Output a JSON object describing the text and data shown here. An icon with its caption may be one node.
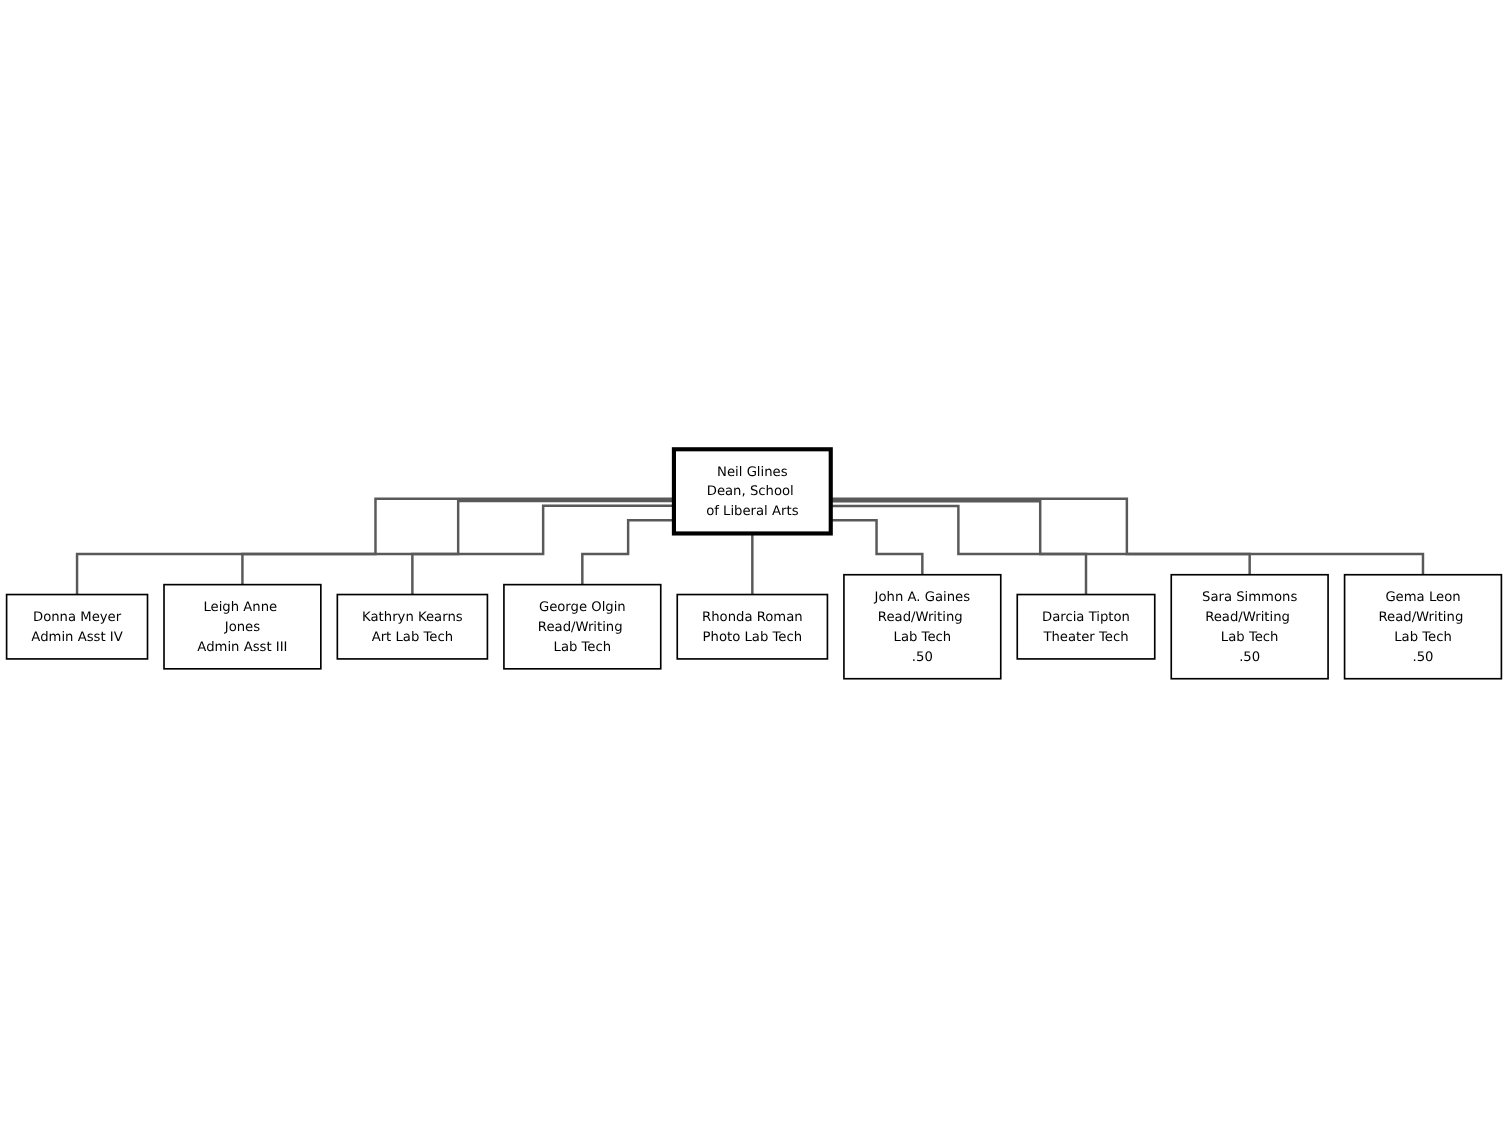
{
  "diagram": {
    "nodes": [
      {
        "text": [
          "Neil Glines",
          "Dean, School of Liberal Arts"
        ]
      },
      {
        "text": [
          "Donna Meyer",
          "Admin Asst IV"
        ]
      },
      {
        "text": [
          "Leigh Anne Jones",
          "Admin Asst III"
        ]
      },
      {
        "text": [
          "Kathryn Kearns",
          "Art Lab Tech"
        ]
      },
      {
        "text": [
          "George Olgin",
          "Read/Writing Lab Tech"
        ]
      },
      {
        "text": [
          "Rhonda Roman",
          "Photo Lab Tech"
        ]
      },
      {
        "text": [
          "John A. Gaines",
          "Read/Writing Lab Tech",
          ".50"
        ]
      },
      {
        "text": [
          "Darcia Tipton",
          "Theater Tech"
        ]
      },
      {
        "text": [
          "Sara Simmons",
          "Read/Writing Lab Tech",
          ".50"
        ]
      },
      {
        "text": [
          "Gema Leon",
          "Read/Writing Lab Tech",
          ".50"
        ]
      }
    ],
    "edges": [
      {
        "from": 0,
        "to": 1,
        "arrow": "none"
      },
      {
        "from": 0,
        "to": 2,
        "arrow": "none"
      },
      {
        "from": 0,
        "to": 3,
        "arrow": "none"
      },
      {
        "from": 0,
        "to": 4,
        "arrow": "none"
      },
      {
        "from": 0,
        "to": 5,
        "arrow": "none"
      },
      {
        "from": 0,
        "to": 6,
        "arrow": "none"
      },
      {
        "from": 0,
        "to": 7,
        "arrow": "none"
      },
      {
        "from": 0,
        "to": 8,
        "arrow": "none"
      },
      {
        "from": 0,
        "to": 9,
        "arrow": "none"
      }
    ]
  }
}
